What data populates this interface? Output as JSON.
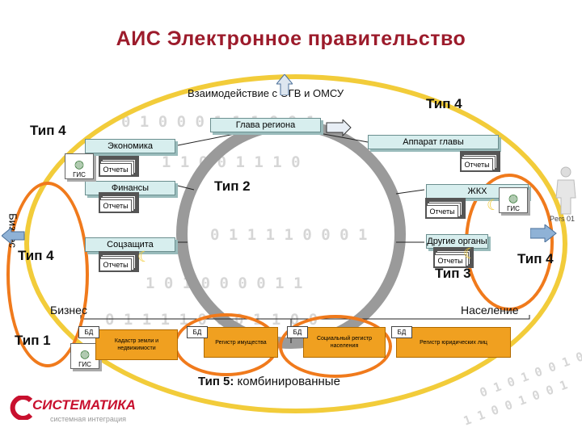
{
  "title": "АИС Электронное правительство",
  "labels": {
    "interaction": "Взаимодействие с ОГВ и ОМСУ",
    "business_top": "Бизнес",
    "business_side": "Бизнес",
    "population": "Население",
    "person": "Pers 01",
    "type5_prefix": "Тип 5:",
    "type5_text": " комбинированные"
  },
  "types": {
    "t4_top_right": "Тип 4",
    "t4_top_left": "Тип 4",
    "t2": "Тип 2",
    "t4_left": "Тип 4",
    "t4_right": "Тип 4",
    "t3": "Тип 3",
    "t1": "Тип 1"
  },
  "boxes": {
    "glava": "Глава региона",
    "apparat": "Аппарат главы",
    "ekonomika": "Экономика",
    "finansy": "Финансы",
    "zhkh": "ЖКХ",
    "socz": "Соцзащита",
    "drugie": "Другие органы"
  },
  "report_label": "Отчеты",
  "gis_label": "ГИС",
  "db_label": "БД",
  "registries": [
    "Кадастр земли и недвижимости",
    "Регистр имущества",
    "Социальный регистр населения",
    "Регистр юридических лиц"
  ],
  "logo": {
    "name": "СИСТЕМАТИКА",
    "tagline": "системная интеграция"
  },
  "colors": {
    "title": "#9c1b2b",
    "ring_yellow": "#f2cc3a",
    "ring_orange": "#f07a1c",
    "box_fill": "#d7eeee",
    "db_fill": "#f0a020",
    "arrow_blue": "#8fb2d6"
  }
}
